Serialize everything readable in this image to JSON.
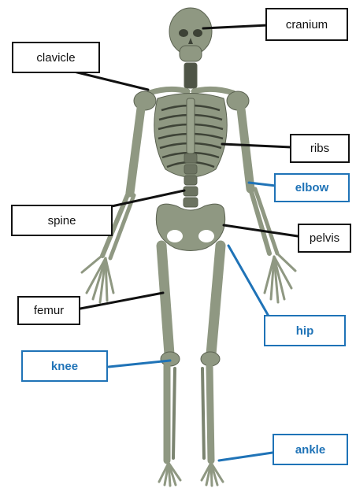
{
  "labels": {
    "cranium": "cranium",
    "clavicle": "clavicle",
    "ribs": "ribs",
    "elbow": "elbow",
    "spine": "spine",
    "pelvis": "pelvis",
    "femur": "femur",
    "hip": "hip",
    "knee": "knee",
    "ankle": "ankle"
  },
  "colors": {
    "bone": "#8f9882",
    "bone_shadow": "#4e5446",
    "black_leader": "#111111",
    "blue_leader": "#1f73b7"
  }
}
